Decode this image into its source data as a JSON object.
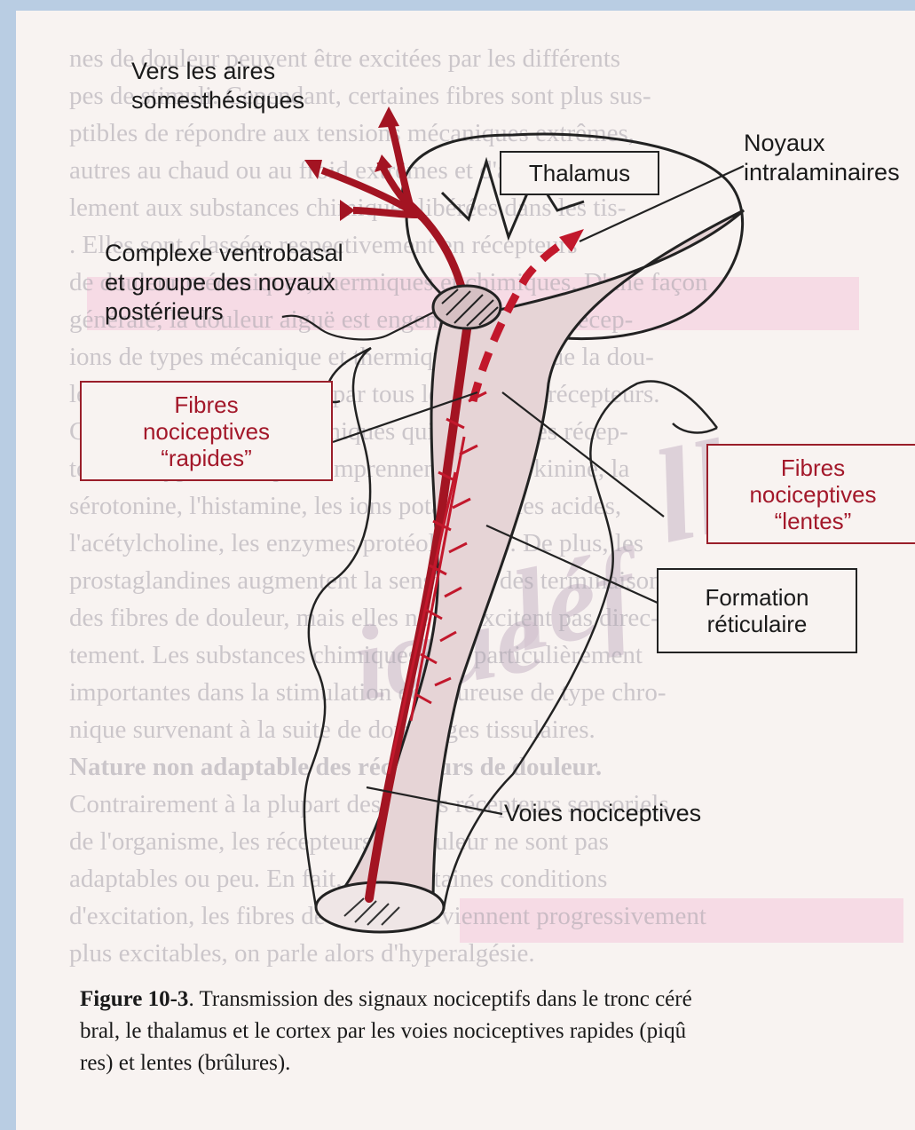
{
  "labels": {
    "aires": [
      "Vers les aires",
      "somesthésiques"
    ],
    "thalamus": "Thalamus",
    "noyaux": [
      "Noyaux",
      "intralaminaires"
    ],
    "ventrobasal": [
      "Complexe ventrobasal",
      "et groupe des noyaux",
      "postérieurs"
    ],
    "rapides": [
      "Fibres",
      "nociceptives",
      "“rapides”"
    ],
    "lentes": [
      "Fibres",
      "nociceptives",
      "“lentes”"
    ],
    "reticulaire": [
      "Formation",
      "réticulaire"
    ],
    "voies": "Voies nociceptives"
  },
  "caption": {
    "figure": "Figure 10-3",
    "text": ". Transmission des signaux nociceptifs dans le tronc céré",
    "line2": "bral, le thalamus et le cortex par les voies nociceptives rapides (piqû",
    "line3": "res) et lentes (brûlures)."
  },
  "colors": {
    "fast_pathway": "#a31422",
    "slow_pathway": "#c2182c",
    "brainstem_fill": "#e6d4d6",
    "page": "#f8f3f1",
    "border": "#b9cde3"
  }
}
